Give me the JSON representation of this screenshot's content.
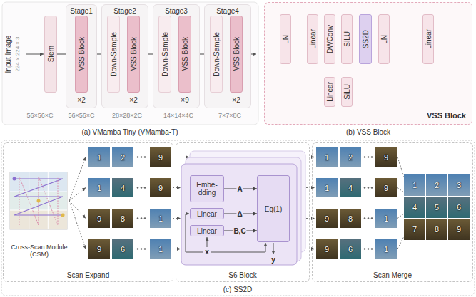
{
  "diagram": {
    "nodes": [
      {
        "text": [
          "Stem"
        ]
      },
      {
        "text": [
          "Stage1"
        ]
      },
      {
        "text": [
          "VSS Block"
        ],
        "in": 1
      },
      {
        "text": [
          "Stage2"
        ]
      },
      {
        "text": [
          "Down-Sample"
        ],
        "in": 3
      },
      {
        "text": [
          "VSS Block"
        ],
        "in": 3
      },
      {
        "text": [
          "Stage3"
        ]
      },
      {
        "text": [
          "Down-Sample"
        ],
        "in": 6
      },
      {
        "text": [
          "VSS Block"
        ],
        "in": 6
      },
      {
        "text": [
          "Stage4"
        ]
      },
      {
        "text": [
          "Down-Sample"
        ],
        "in": 9
      },
      {
        "text": [
          "VSS Block"
        ],
        "in": 9
      },
      {
        "text": [
          "VSS Block"
        ]
      },
      {
        "text": [
          "LN"
        ],
        "in": 12
      },
      {
        "text": [
          "Linear"
        ],
        "in": 12
      },
      {
        "text": [
          "DWConv"
        ],
        "in": 12
      },
      {
        "text": [
          "SiLU"
        ],
        "in": 12
      },
      {
        "text": [
          "SS2D"
        ],
        "in": 12
      },
      {
        "text": [
          "LN"
        ],
        "in": 12
      },
      {
        "text": [
          "Linear"
        ],
        "in": 12
      },
      {
        "text": [
          "SiLU"
        ],
        "in": 12
      },
      {
        "text": [
          "Linear"
        ],
        "in": 12
      },
      {
        "text": [
          "Scan Expand"
        ]
      },
      {
        "text": [
          "S6 Block"
        ]
      },
      {
        "text": [
          "Embe- dding"
        ],
        "in": 23
      },
      {
        "text": [
          "Linear"
        ],
        "in": 23
      },
      {
        "text": [
          "Linear"
        ],
        "in": 23
      },
      {
        "text": [
          "Eq(1)"
        ],
        "in": 23
      },
      {
        "text": [
          "Scan Merge"
        ]
      }
    ],
    "edges": [
      {
        "from": 0,
        "to": 2,
        "arrow": "to"
      },
      {
        "from": 2,
        "to": 4,
        "arrow": "to"
      },
      {
        "from": 4,
        "to": 5,
        "arrow": "to"
      },
      {
        "from": 5,
        "to": 7,
        "arrow": "to"
      },
      {
        "from": 7,
        "to": 8,
        "arrow": "to"
      },
      {
        "from": 8,
        "to": 10,
        "arrow": "to"
      },
      {
        "from": 10,
        "to": 11,
        "arrow": "to"
      },
      {
        "from": 13,
        "to": 14,
        "arrow": "to"
      },
      {
        "from": 14,
        "to": 15,
        "arrow": "to"
      },
      {
        "from": 15,
        "to": 16,
        "arrow": "to"
      },
      {
        "from": 16,
        "to": 17,
        "arrow": "to"
      },
      {
        "from": 17,
        "to": 18,
        "arrow": "to"
      },
      {
        "from": 18,
        "to": 21,
        "arrow": "to"
      },
      {
        "from": 13,
        "to": 19,
        "arrow": "to"
      },
      {
        "from": 19,
        "to": 20,
        "arrow": "to"
      },
      {
        "from": 20,
        "to": 21,
        "arrow": "to"
      },
      {
        "from": 24,
        "to": 27,
        "label": "A",
        "arrow": "to"
      },
      {
        "from": 25,
        "to": 27,
        "label": "Δ",
        "arrow": "to"
      },
      {
        "from": 26,
        "to": 27,
        "label": "B,C",
        "arrow": "to"
      }
    ],
    "labels": [
      "Input Image",
      "224×224×3",
      "×2",
      "×2",
      "×9",
      "×2",
      "56×56×C",
      "56×56×C",
      "28×28×2C",
      "14×14×4C",
      "7×7×8C",
      "(a) VMamba Tiny (VMamba-T)",
      "(b) VSS Block",
      "Cross-Scan Module (CSM)",
      "1",
      "2",
      "9",
      "1",
      "4",
      "9",
      "9",
      "8",
      "1",
      "9",
      "6",
      "1",
      "x",
      "y",
      "1",
      "2",
      "9",
      "1",
      "4",
      "9",
      "9",
      "8",
      "1",
      "9",
      "6",
      "1",
      "1",
      "2",
      "3",
      "4",
      "5",
      "6",
      "7",
      "8",
      "9",
      "(c) SS2D"
    ]
  }
}
